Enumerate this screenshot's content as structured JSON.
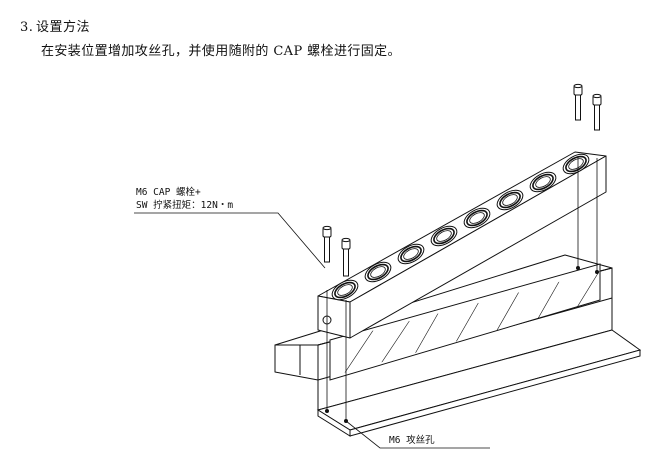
{
  "section": {
    "number": "3.",
    "title": "设置方法",
    "description": "在安装位置增加攻丝孔，并使用随附的 CAP 螺栓进行固定。"
  },
  "callouts": {
    "bolt_line1": "M6 CAP 螺栓+",
    "bolt_line2": "SW 拧紧扭矩：12N・m",
    "tapped_hole": "M6 攻丝孔"
  },
  "drawing": {
    "manifold_port_count": 8,
    "bolt_count": 4,
    "line_color": "#111111"
  }
}
